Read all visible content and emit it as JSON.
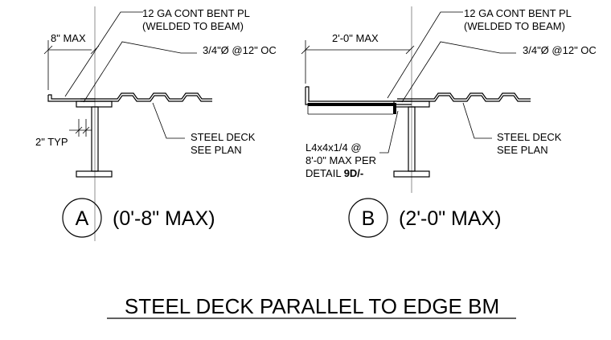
{
  "detail_a": {
    "label_bent_plate_1": "12 GA CONT BENT PL",
    "label_bent_plate_2": "(WELDED TO BEAM)",
    "label_weld": "3/4\"Ø @12\" OC",
    "dim_max": "8\" MAX",
    "label_deck_1": "STEEL DECK",
    "label_deck_2": "SEE PLAN",
    "dim_typ": "2\" TYP",
    "marker": "A",
    "caption": "(0'-8\" MAX)"
  },
  "detail_b": {
    "label_bent_plate_1": "12 GA CONT BENT PL",
    "label_bent_plate_2": "(WELDED TO BEAM)",
    "label_weld": "3/4\"Ø @12\" OC",
    "dim_max": "2'-0\" MAX",
    "label_deck_1": "STEEL DECK",
    "label_deck_2": "SEE PLAN",
    "label_angle_1": "L4x4x1/4 @",
    "label_angle_2": "8'-0\" MAX PER",
    "label_angle_3": "DETAIL ",
    "label_angle_ref": "9D/-",
    "marker": "B",
    "caption": "(2'-0\" MAX)"
  },
  "title": "STEEL DECK PARALLEL TO EDGE BM"
}
